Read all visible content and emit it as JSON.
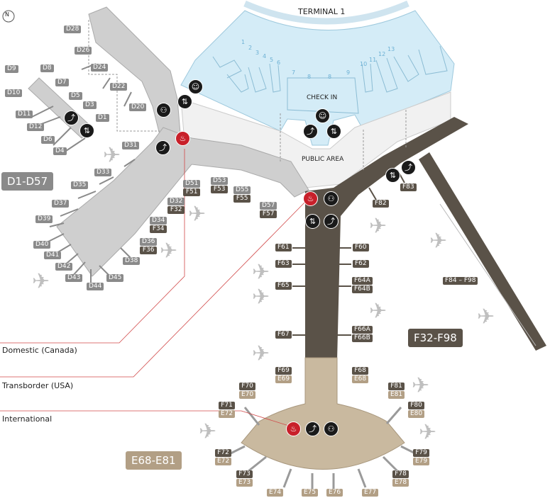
{
  "north": "N",
  "terminal_title": "TERMINAL 1",
  "check_in": "CHECK IN",
  "public_area": "PUBLIC AREA",
  "zones": {
    "d": "D1-D57",
    "f": "F32-F98",
    "e": "E68-E81"
  },
  "legend": {
    "domestic": "Domestic (Canada)",
    "transborder": "Transborder (USA)",
    "international": "International"
  },
  "checkin_counters": [
    "1",
    "2",
    "3",
    "4",
    "5",
    "6",
    "7",
    "8",
    "8",
    "9",
    "10",
    "11",
    "12",
    "13"
  ],
  "gates": {
    "D28": "D28",
    "D26": "D26",
    "D24": "D24",
    "D22": "D22",
    "D20": "D20",
    "D9": "D9",
    "D8": "D8",
    "D7": "D7",
    "D10": "D10",
    "D5": "D5",
    "D3": "D3",
    "D11": "D11",
    "D1": "D1",
    "D12": "D12",
    "D6": "D6",
    "D4": "D4",
    "D31": "D31",
    "D33": "D33",
    "D35": "D35",
    "D37": "D37",
    "D39": "D39",
    "D40": "D40",
    "D41": "D41",
    "D42": "D42",
    "D43": "D43",
    "D44": "D44",
    "D45": "D45",
    "D38": "D38",
    "D51": "D51",
    "F51": "F51",
    "D53": "D53",
    "F53": "F53",
    "D55": "D55",
    "F55": "F55",
    "D57": "D57",
    "F57": "F57",
    "D32": "D32",
    "F32": "F32",
    "D34": "D34",
    "F34": "F34",
    "D36": "D36",
    "F36": "F36",
    "F61": "F61",
    "F60": "F60",
    "F63": "F63",
    "F62": "F62",
    "F65": "F65",
    "F64A": "F64A",
    "F64B": "F64B",
    "F67": "F67",
    "F66A": "F66A",
    "F66B": "F66B",
    "F82": "F82",
    "F83": "F83",
    "F84F98": "F84 – F98",
    "F69": "F69",
    "E69": "E69",
    "F68": "F68",
    "E68": "E68",
    "F70": "F70",
    "E70": "E70",
    "F71": "F71",
    "E72a": "E72",
    "F81": "F81",
    "E81": "E81",
    "F80": "F80",
    "E80": "E80",
    "F72": "F72",
    "E72b": "E72",
    "F73": "F73",
    "E73": "E73",
    "F79": "F79",
    "E79": "E79",
    "F78": "F78",
    "E78": "E78",
    "E74": "E74",
    "E75": "E75",
    "E76": "E76",
    "E77": "E77"
  },
  "icons": [
    "escalator-icon",
    "restroom-icon",
    "elevator-icon",
    "lounge-icon",
    "family-icon"
  ],
  "colors": {
    "domestic": "#cfcfcf",
    "transborder": "#5a5248",
    "international": "#c9b99f",
    "check_in": "#d4ecf7",
    "public": "#f1f1f1",
    "lounge": "#c8202a"
  }
}
